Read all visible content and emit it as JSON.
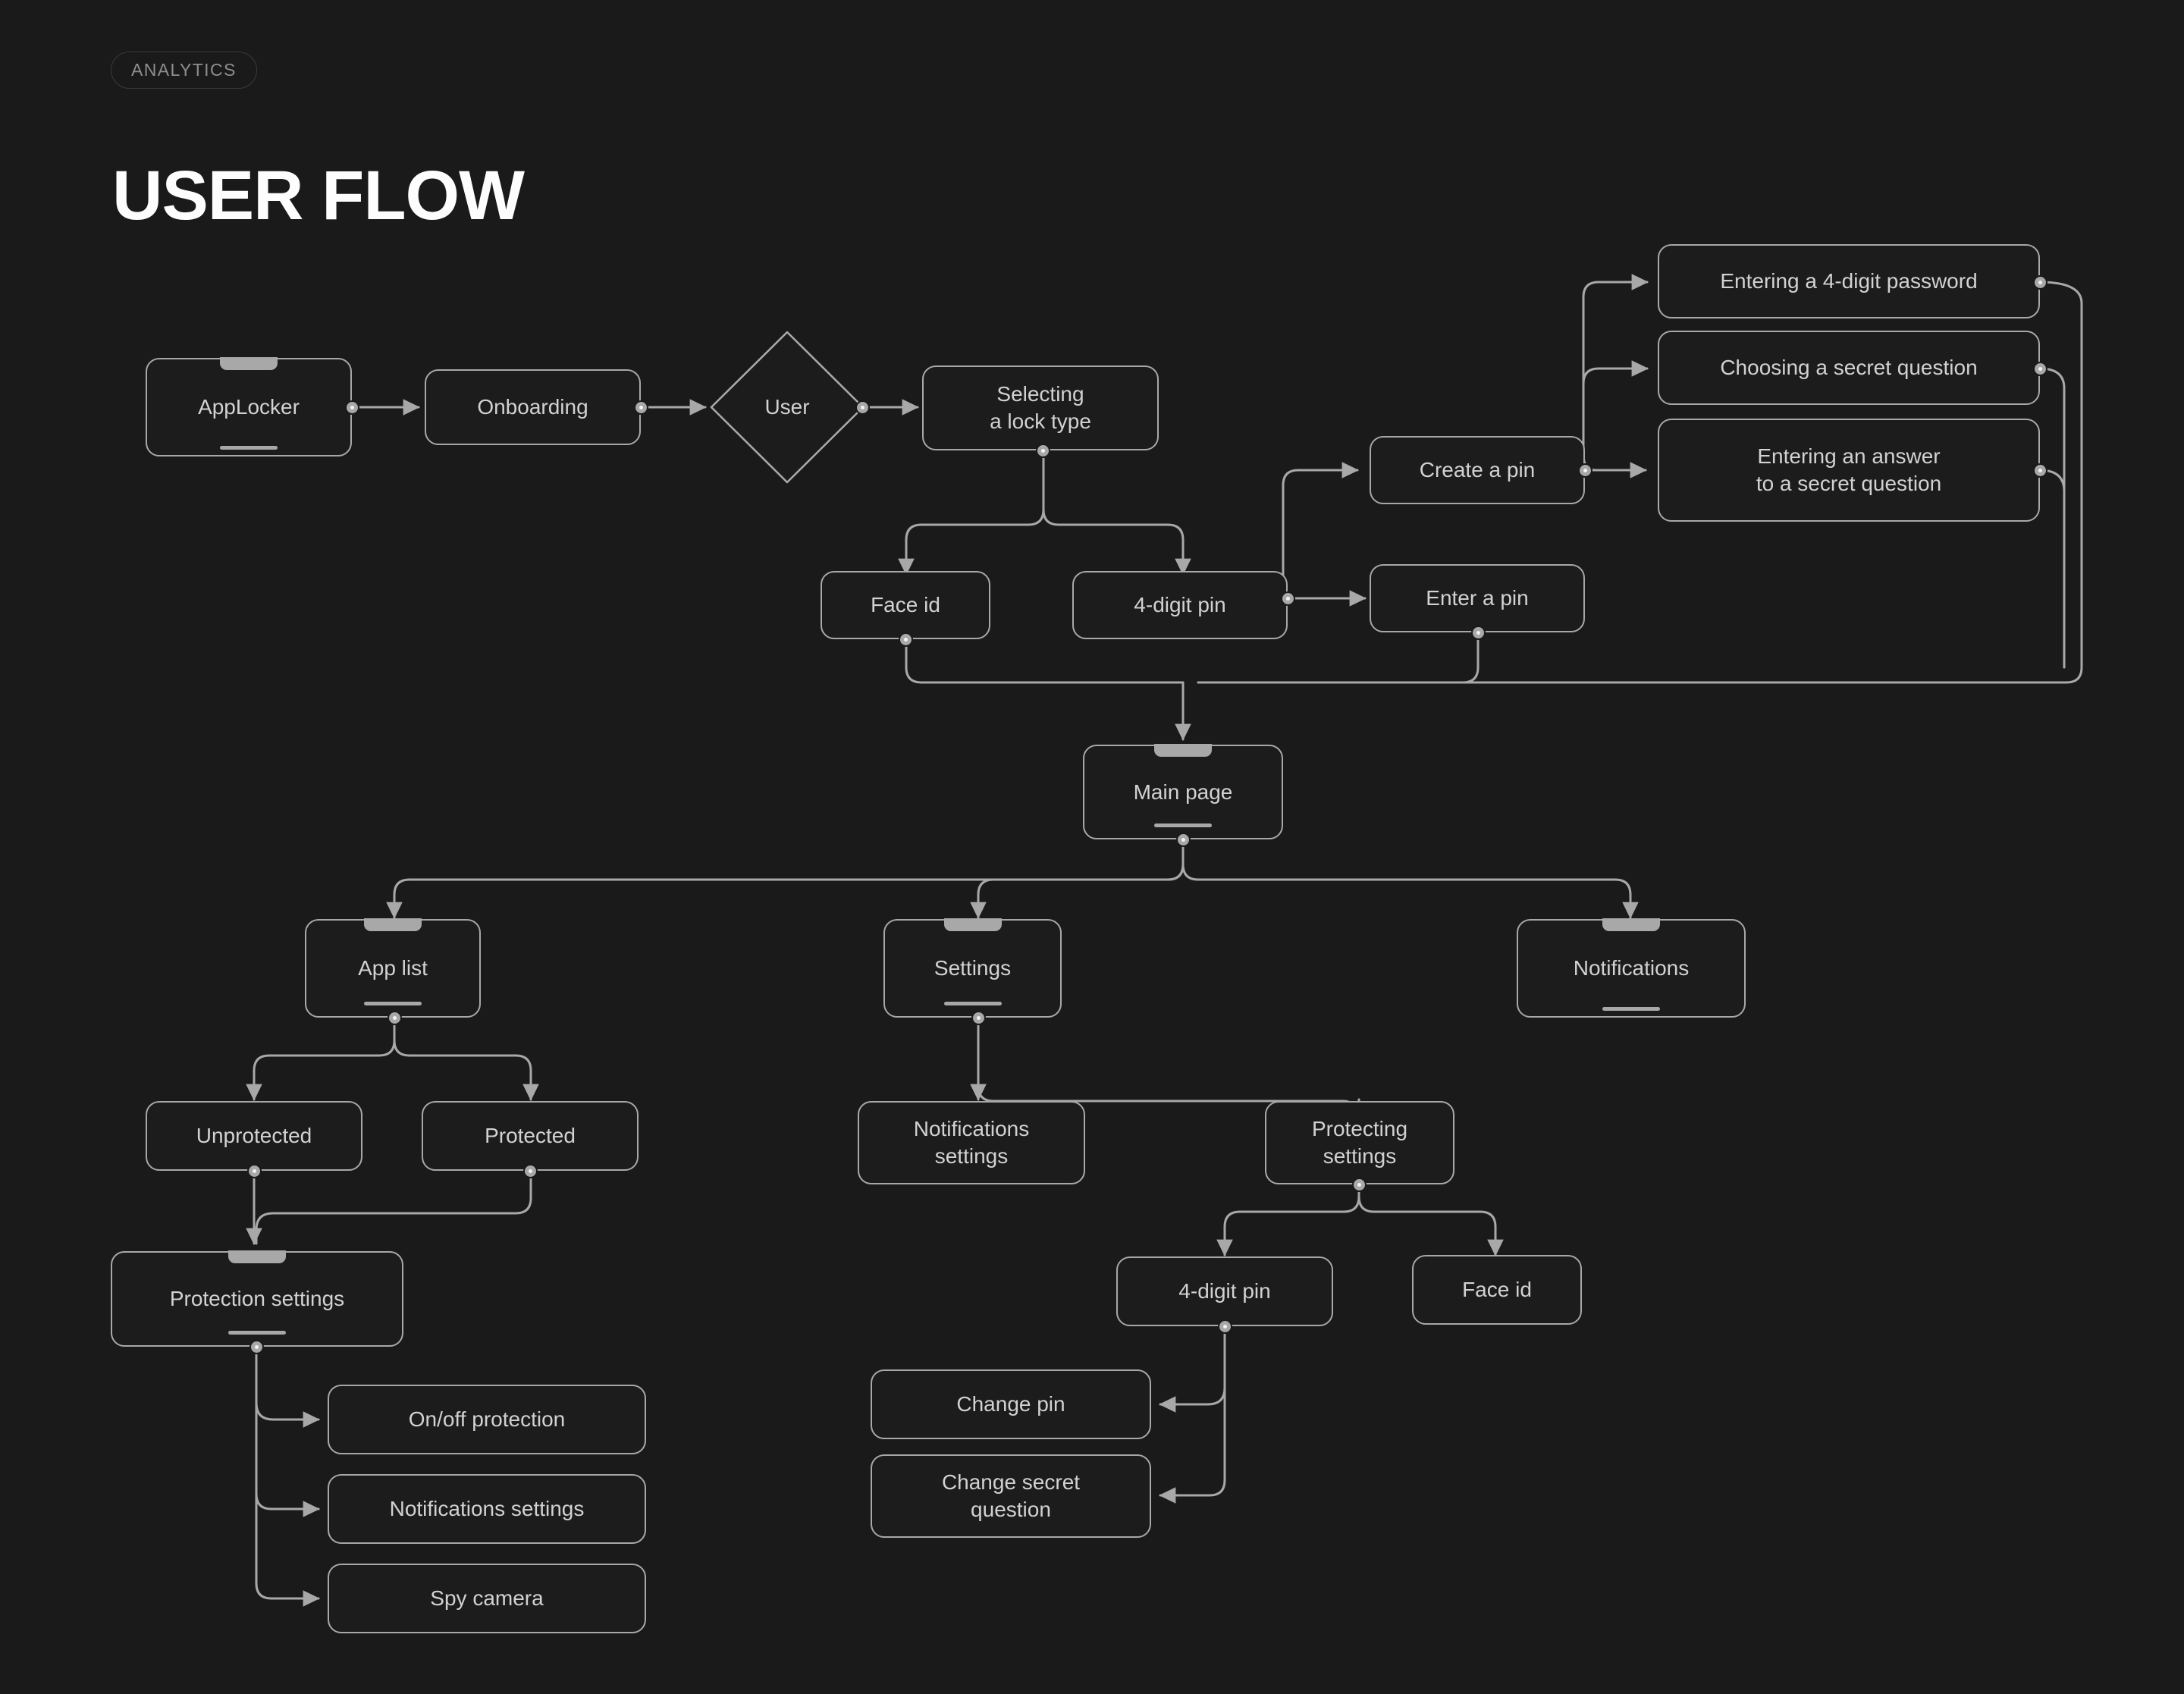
{
  "header": {
    "badge": "ANALYTICS",
    "title": "USER FLOW"
  },
  "colors": {
    "background": "#1a1a1a",
    "node_border": "#a8a8a8",
    "node_fill": "#1c1c1c",
    "text": "#d2d2d2",
    "title": "#ffffff",
    "badge_text": "#8e8e8e",
    "edge": "#a8a8a8"
  },
  "chart_data": {
    "type": "diagram",
    "title": "USER FLOW",
    "nodes": [
      {
        "id": "applocker",
        "label": "AppLocker",
        "shape": "screen"
      },
      {
        "id": "onboarding",
        "label": "Onboarding",
        "shape": "rect"
      },
      {
        "id": "user",
        "label": "User",
        "shape": "diamond"
      },
      {
        "id": "selecting",
        "label": "Selecting\na lock type",
        "shape": "rect"
      },
      {
        "id": "faceid1",
        "label": "Face id",
        "shape": "rect"
      },
      {
        "id": "pin1",
        "label": "4-digit pin",
        "shape": "rect"
      },
      {
        "id": "createpin",
        "label": "Create a pin",
        "shape": "rect"
      },
      {
        "id": "enterpin",
        "label": "Enter a pin",
        "shape": "rect"
      },
      {
        "id": "entering4",
        "label": "Entering a 4-digit password",
        "shape": "rect"
      },
      {
        "id": "choosingq",
        "label": "Choosing a secret question",
        "shape": "rect"
      },
      {
        "id": "enteringans",
        "label": "Entering an answer\nto a secret question",
        "shape": "rect"
      },
      {
        "id": "mainpage",
        "label": "Main page",
        "shape": "screen"
      },
      {
        "id": "applist",
        "label": "App list",
        "shape": "screen"
      },
      {
        "id": "settings",
        "label": "Settings",
        "shape": "screen"
      },
      {
        "id": "notifications",
        "label": "Notifications",
        "shape": "screen"
      },
      {
        "id": "unprotected",
        "label": "Unprotected",
        "shape": "rect"
      },
      {
        "id": "protected",
        "label": "Protected",
        "shape": "rect"
      },
      {
        "id": "protectionset",
        "label": "Protection settings",
        "shape": "screen"
      },
      {
        "id": "onoff",
        "label": "On/off protection",
        "shape": "rect"
      },
      {
        "id": "notifset2",
        "label": "Notifications settings",
        "shape": "rect"
      },
      {
        "id": "spycam",
        "label": "Spy camera",
        "shape": "rect"
      },
      {
        "id": "notifset1",
        "label": "Notifications\nsettings",
        "shape": "rect"
      },
      {
        "id": "protectingset",
        "label": "Protecting\nsettings",
        "shape": "rect"
      },
      {
        "id": "pin2",
        "label": "4-digit pin",
        "shape": "rect"
      },
      {
        "id": "faceid2",
        "label": "Face id",
        "shape": "rect"
      },
      {
        "id": "changepin",
        "label": "Change pin",
        "shape": "rect"
      },
      {
        "id": "changeq",
        "label": "Change secret\nquestion",
        "shape": "rect"
      }
    ],
    "edges": [
      {
        "from": "applocker",
        "to": "onboarding"
      },
      {
        "from": "onboarding",
        "to": "user"
      },
      {
        "from": "user",
        "to": "selecting"
      },
      {
        "from": "selecting",
        "to": "faceid1"
      },
      {
        "from": "selecting",
        "to": "pin1"
      },
      {
        "from": "pin1",
        "to": "enterpin"
      },
      {
        "from": "pin1",
        "to": "createpin"
      },
      {
        "from": "createpin",
        "to": "entering4"
      },
      {
        "from": "createpin",
        "to": "choosingq"
      },
      {
        "from": "createpin",
        "to": "enteringans"
      },
      {
        "from": "entering4",
        "to": "mainpage"
      },
      {
        "from": "choosingq",
        "to": "mainpage"
      },
      {
        "from": "enteringans",
        "to": "mainpage"
      },
      {
        "from": "faceid1",
        "to": "mainpage"
      },
      {
        "from": "enterpin",
        "to": "mainpage"
      },
      {
        "from": "mainpage",
        "to": "applist"
      },
      {
        "from": "mainpage",
        "to": "settings"
      },
      {
        "from": "mainpage",
        "to": "notifications"
      },
      {
        "from": "applist",
        "to": "unprotected"
      },
      {
        "from": "applist",
        "to": "protected"
      },
      {
        "from": "unprotected",
        "to": "protectionset"
      },
      {
        "from": "protected",
        "to": "protectionset"
      },
      {
        "from": "protectionset",
        "to": "onoff"
      },
      {
        "from": "protectionset",
        "to": "notifset2"
      },
      {
        "from": "protectionset",
        "to": "spycam"
      },
      {
        "from": "settings",
        "to": "notifset1"
      },
      {
        "from": "settings",
        "to": "protectingset"
      },
      {
        "from": "protectingset",
        "to": "pin2"
      },
      {
        "from": "protectingset",
        "to": "faceid2"
      },
      {
        "from": "pin2",
        "to": "changepin"
      },
      {
        "from": "pin2",
        "to": "changeq"
      }
    ]
  }
}
